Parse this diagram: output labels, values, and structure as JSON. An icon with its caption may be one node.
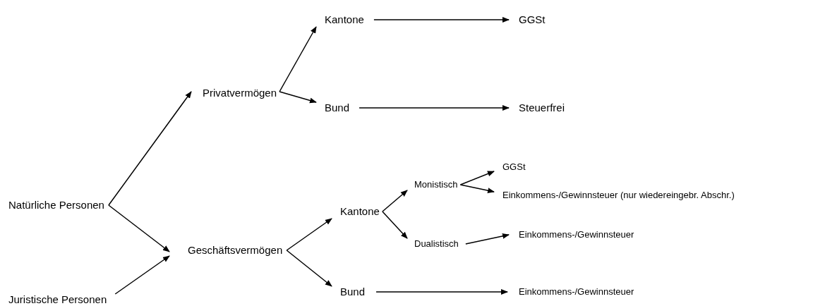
{
  "diagram": {
    "nodes": [
      {
        "text": [
          "Natürliche Personen"
        ]
      },
      {
        "text": [
          "Juristische Personen"
        ]
      },
      {
        "text": [
          "Privatvermögen"
        ]
      },
      {
        "text": [
          "Kantone"
        ]
      },
      {
        "text": [
          "GGSt"
        ]
      },
      {
        "text": [
          "Bund"
        ]
      },
      {
        "text": [
          "Steuerfrei"
        ]
      },
      {
        "text": [
          "Geschäftsvermögen"
        ]
      },
      {
        "text": [
          "Kantone"
        ]
      },
      {
        "text": [
          "Bund"
        ]
      },
      {
        "text": [
          "Monistisch"
        ]
      },
      {
        "text": [
          "GGSt"
        ]
      },
      {
        "text": [
          "Einkommens-/Gewinnsteuer (nur wiedereingebr. Abschr.)"
        ]
      },
      {
        "text": [
          "Dualistisch"
        ]
      },
      {
        "text": [
          "Einkommens-/Gewinnsteuer"
        ]
      },
      {
        "text": [
          "Einkommens-/Gewinnsteuer"
        ]
      }
    ],
    "edges": [
      {
        "from": 0,
        "to": 2,
        "arrow": "to"
      },
      {
        "from": 0,
        "to": 7,
        "arrow": "to"
      },
      {
        "from": 1,
        "to": 7,
        "arrow": "to"
      },
      {
        "from": 2,
        "to": 3,
        "arrow": "to"
      },
      {
        "from": 2,
        "to": 5,
        "arrow": "to"
      },
      {
        "from": 3,
        "to": 4,
        "arrow": "to"
      },
      {
        "from": 5,
        "to": 6,
        "arrow": "to"
      },
      {
        "from": 7,
        "to": 8,
        "arrow": "to"
      },
      {
        "from": 7,
        "to": 9,
        "arrow": "to"
      },
      {
        "from": 8,
        "to": 10,
        "arrow": "to"
      },
      {
        "from": 8,
        "to": 13,
        "arrow": "to"
      },
      {
        "from": 10,
        "to": 11,
        "arrow": "to"
      },
      {
        "from": 10,
        "to": 12,
        "arrow": "to"
      },
      {
        "from": 13,
        "to": 14,
        "arrow": "to"
      },
      {
        "from": 9,
        "to": 15,
        "arrow": "to"
      }
    ]
  }
}
